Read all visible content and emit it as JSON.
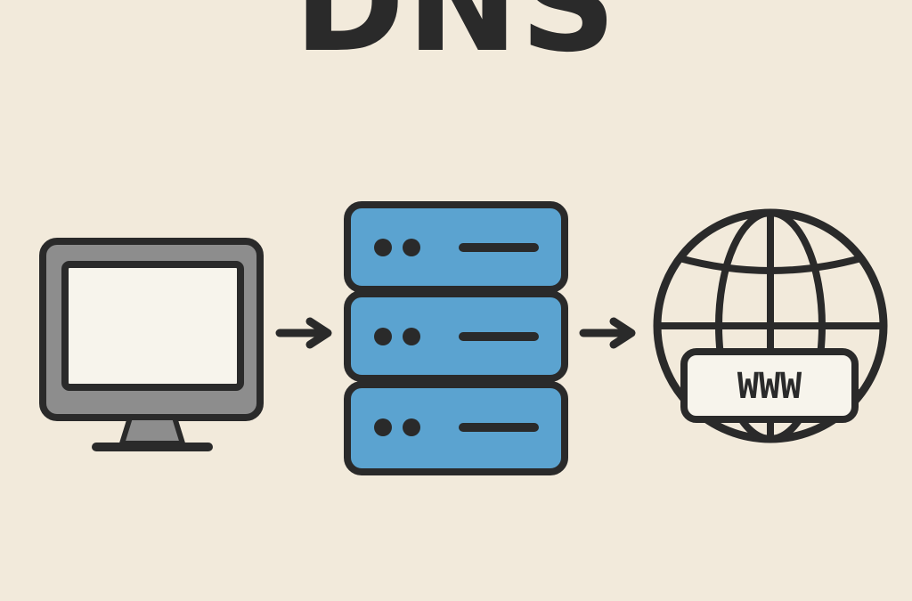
{
  "diagram": {
    "title": "DNS",
    "nodes": [
      {
        "id": "computer",
        "icon": "computer-monitor-icon"
      },
      {
        "id": "dns-server",
        "icon": "server-rack-icon",
        "units": 3
      },
      {
        "id": "internet",
        "icon": "globe-icon",
        "label": "WWW"
      }
    ],
    "edges": [
      {
        "from": "computer",
        "to": "dns-server"
      },
      {
        "from": "dns-server",
        "to": "internet"
      }
    ]
  },
  "colors": {
    "background": "#f2eadb",
    "outline": "#2a2a2a",
    "server_fill": "#5ba3d0",
    "monitor_bezel": "#8d8d8d",
    "monitor_screen": "#f7f4ec"
  }
}
